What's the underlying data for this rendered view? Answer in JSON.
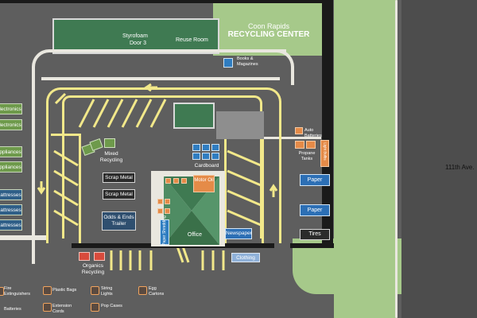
{
  "title": {
    "line1": "Coon Rapids",
    "line2": "RECYCLING CENTER"
  },
  "street": "111th Ave.",
  "building": {
    "styrofoam": "Styrofoam",
    "door": "Door 3",
    "reuse_room": "Reuse Room"
  },
  "left_bays": [
    "Electronics",
    "Electronics",
    "Appliances",
    "Appliances",
    "Mattresses",
    "Mattresses",
    "Mattresses"
  ],
  "stations": {
    "books_magazines": "Books & Magazines",
    "mixed_recycling": "Mixed Recycling",
    "scrap_metal_1": "Scrap Metal",
    "scrap_metal_2": "Scrap Metal",
    "odds_ends": "Odds & Ends Trailer",
    "cardboard": "Cardboard",
    "motor_oil": "Motor Oil",
    "paper_shredding": "Paper Shredding",
    "office": "Office",
    "newspaper": "Newspaper",
    "clothing": "Clothing",
    "auto_batteries": "Auto Batteries",
    "propane_tanks": "Propane Tanks",
    "light_bulbs": "Light Bulbs",
    "paper_1": "Paper",
    "paper_2": "Paper",
    "tires": "Tires",
    "organics": "Organics Recycling"
  },
  "legend": [
    {
      "label": "Fire Extinguishers",
      "icon": "fire-extinguisher-icon"
    },
    {
      "label": "Plastic Bags",
      "icon": "plastic-bag-icon"
    },
    {
      "label": "String Lights",
      "icon": "string-lights-icon"
    },
    {
      "label": "Egg Cartons",
      "icon": "egg-carton-icon"
    },
    {
      "label": "Batteries",
      "icon": "battery-icon"
    },
    {
      "label": "Extension Cords",
      "icon": "extension-cord-icon"
    },
    {
      "label": "Pop Cases",
      "icon": "pop-case-icon"
    }
  ],
  "colors": {
    "asphalt": "#5e5e5e",
    "grass": "#a6c98a",
    "road": "#4d4d4d",
    "lane_yellow": "#f2e88a",
    "building_green": "#3f7a52",
    "bin_blue": "#2f7dc1",
    "accent_orange": "#e58b48"
  }
}
